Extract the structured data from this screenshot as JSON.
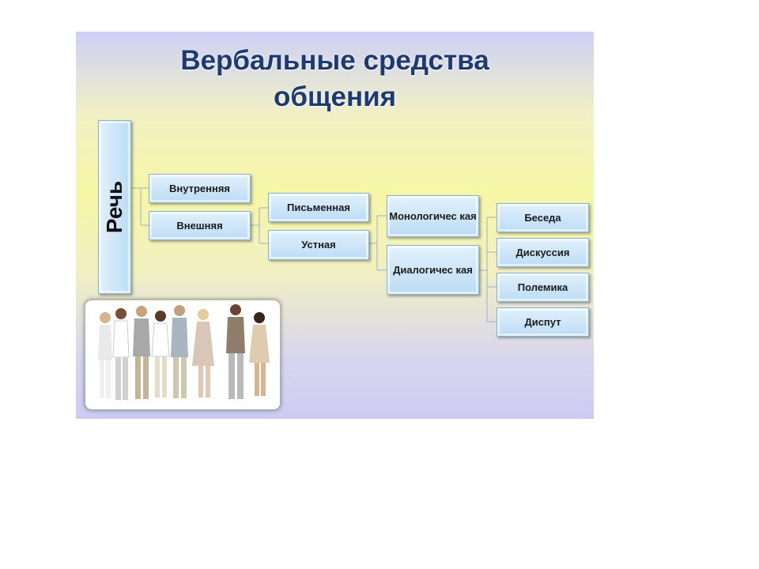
{
  "title": {
    "line1": "Вербальные средства",
    "line2": "общения"
  },
  "root": "Речь",
  "level1": [
    "Внутренняя",
    "Внешняя"
  ],
  "level2": [
    "Письменная",
    "Устная"
  ],
  "level3": {
    "mono": "Монологичес кая",
    "dia": "Диалогичес кая"
  },
  "level4": [
    "Беседа",
    "Дискуссия",
    "Полемика",
    "Диспут"
  ],
  "colors": {
    "title": "#1d3a74",
    "box_top": "#e1f1fc",
    "box_bottom": "#bcdcf4",
    "box_border": "#86b3d8",
    "connector": "#98b4cc"
  },
  "photo": {
    "icon": "group-of-people-photo"
  }
}
